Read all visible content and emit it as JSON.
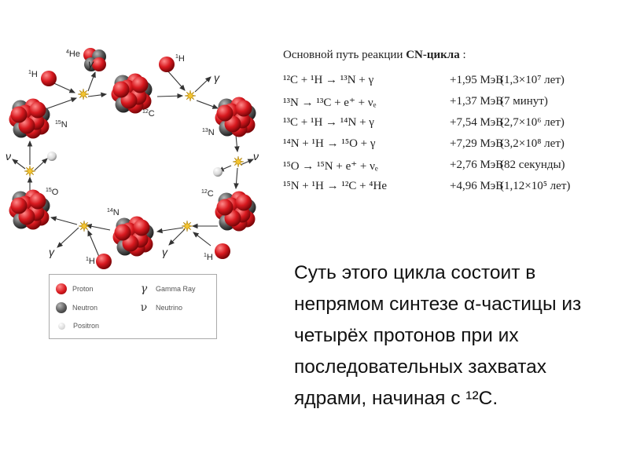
{
  "diagram": {
    "labels": {
      "he4": {
        "mass": "4",
        "symbol": "He"
      },
      "h1_top": {
        "mass": "1",
        "symbol": "H"
      },
      "h1_upper_right": {
        "mass": "1",
        "symbol": "H"
      },
      "c12_top": {
        "mass": "12",
        "symbol": "C"
      },
      "n13": {
        "mass": "13",
        "symbol": "N"
      },
      "n15": {
        "mass": "15",
        "symbol": "N"
      },
      "o15": {
        "mass": "15",
        "symbol": "O"
      },
      "c12_right": {
        "mass": "12",
        "symbol": "C"
      },
      "n14": {
        "mass": "14",
        "symbol": "N"
      },
      "h1_bottom_left": {
        "mass": "1",
        "symbol": "H"
      },
      "h1_bottom_right": {
        "mass": "1",
        "symbol": "H"
      }
    },
    "gamma": "γ",
    "nu": "ν",
    "colors": {
      "proton": "#d8191f",
      "neutron": "#5a5a5a",
      "positron": "#dcdcdc",
      "spark": "#f4c430"
    }
  },
  "legend": {
    "proton": "Proton",
    "neutron": "Neutron",
    "positron": "Positron",
    "gamma_symbol": "γ",
    "gamma": "Gamma Ray",
    "nu_symbol": "ν",
    "neutrino": "Neutrino"
  },
  "panel": {
    "title_prefix": "Основной путь реакции ",
    "title_bold": "CN-цикла",
    "title_suffix": " :",
    "reactions": [
      {
        "equation": "¹²C + ¹H → ¹³N + γ",
        "energy": "+1,95 МэВ",
        "time": "(1,3×10⁷ лет)"
      },
      {
        "equation": "¹³N        → ¹³C + e⁺ + νₑ",
        "energy": "+1,37 МэВ",
        "time": "(7 минут)"
      },
      {
        "equation": "¹³C + ¹H → ¹⁴N + γ",
        "energy": "+7,54 МэВ",
        "time": "(2,7×10⁶ лет)"
      },
      {
        "equation": "¹⁴N + ¹H → ¹⁵O + γ",
        "energy": "+7,29 МэВ",
        "time": "(3,2×10⁸ лет)"
      },
      {
        "equation": "¹⁵O        → ¹⁵N + e⁺ + νₑ",
        "energy": "+2,76 МэВ",
        "time": "(82 секунды)"
      },
      {
        "equation": "¹⁵N + ¹H → ¹²C + ⁴He",
        "energy": "+4,96 МэВ",
        "time": "(1,12×10⁵ лет)"
      }
    ]
  },
  "summary": "Суть этого цикла состоит в непрямом синтезе α-частицы из четырёх протонов при их последовательных захватах ядрами, начиная с ¹²C."
}
